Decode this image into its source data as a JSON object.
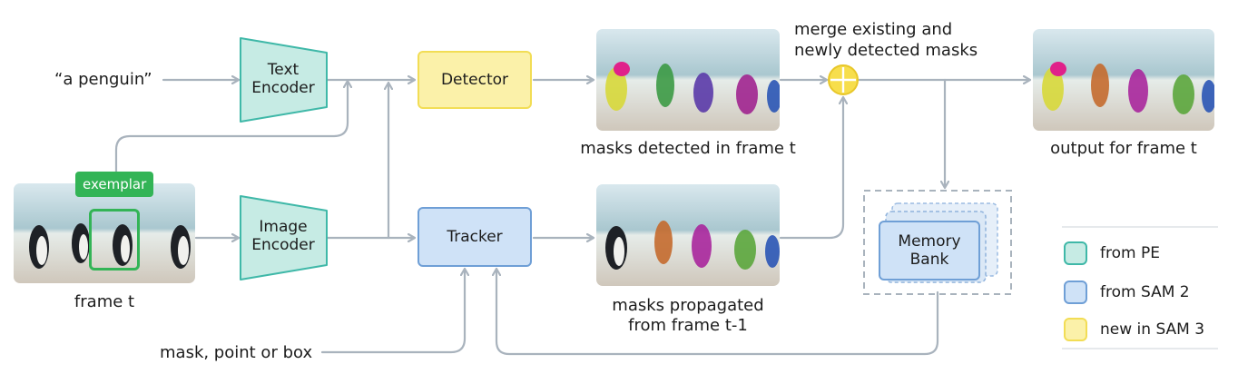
{
  "inputs": {
    "text_prompt": "“a penguin”",
    "frame_label": "frame t",
    "exemplar_badge": "exemplar",
    "prompt_input": "mask, point or box"
  },
  "encoders": {
    "text": {
      "line1": "Text",
      "line2": "Encoder"
    },
    "image": {
      "line1": "Image",
      "line2": "Encoder"
    }
  },
  "modules": {
    "detector": "Detector",
    "tracker": "Tracker",
    "memory_line1": "Memory",
    "memory_line2": "Bank"
  },
  "captions": {
    "detected": "masks detected in frame t",
    "propagated_line1": "masks propagated",
    "propagated_line2": "from frame t-1",
    "merge_line1": "merge existing and",
    "merge_line2": "newly detected masks",
    "output": "output for frame t"
  },
  "legend": [
    {
      "label": "from PE",
      "color": "#3fb8a8"
    },
    {
      "label": "from SAM 2",
      "color": "#6f9fd6"
    },
    {
      "label": "new in SAM 3",
      "color": "#f2dd55"
    }
  ],
  "colors": {
    "arrow": "#a9b3bd",
    "pe_fill": "#c6ebe4",
    "pe_stroke": "#3fb8a8",
    "sam2_fill": "#cfe2f7",
    "sam2_stroke": "#6f9fd6",
    "sam3_fill": "#fbf1a9",
    "sam3_stroke": "#f2dd55",
    "exemplar": "#33b456"
  }
}
